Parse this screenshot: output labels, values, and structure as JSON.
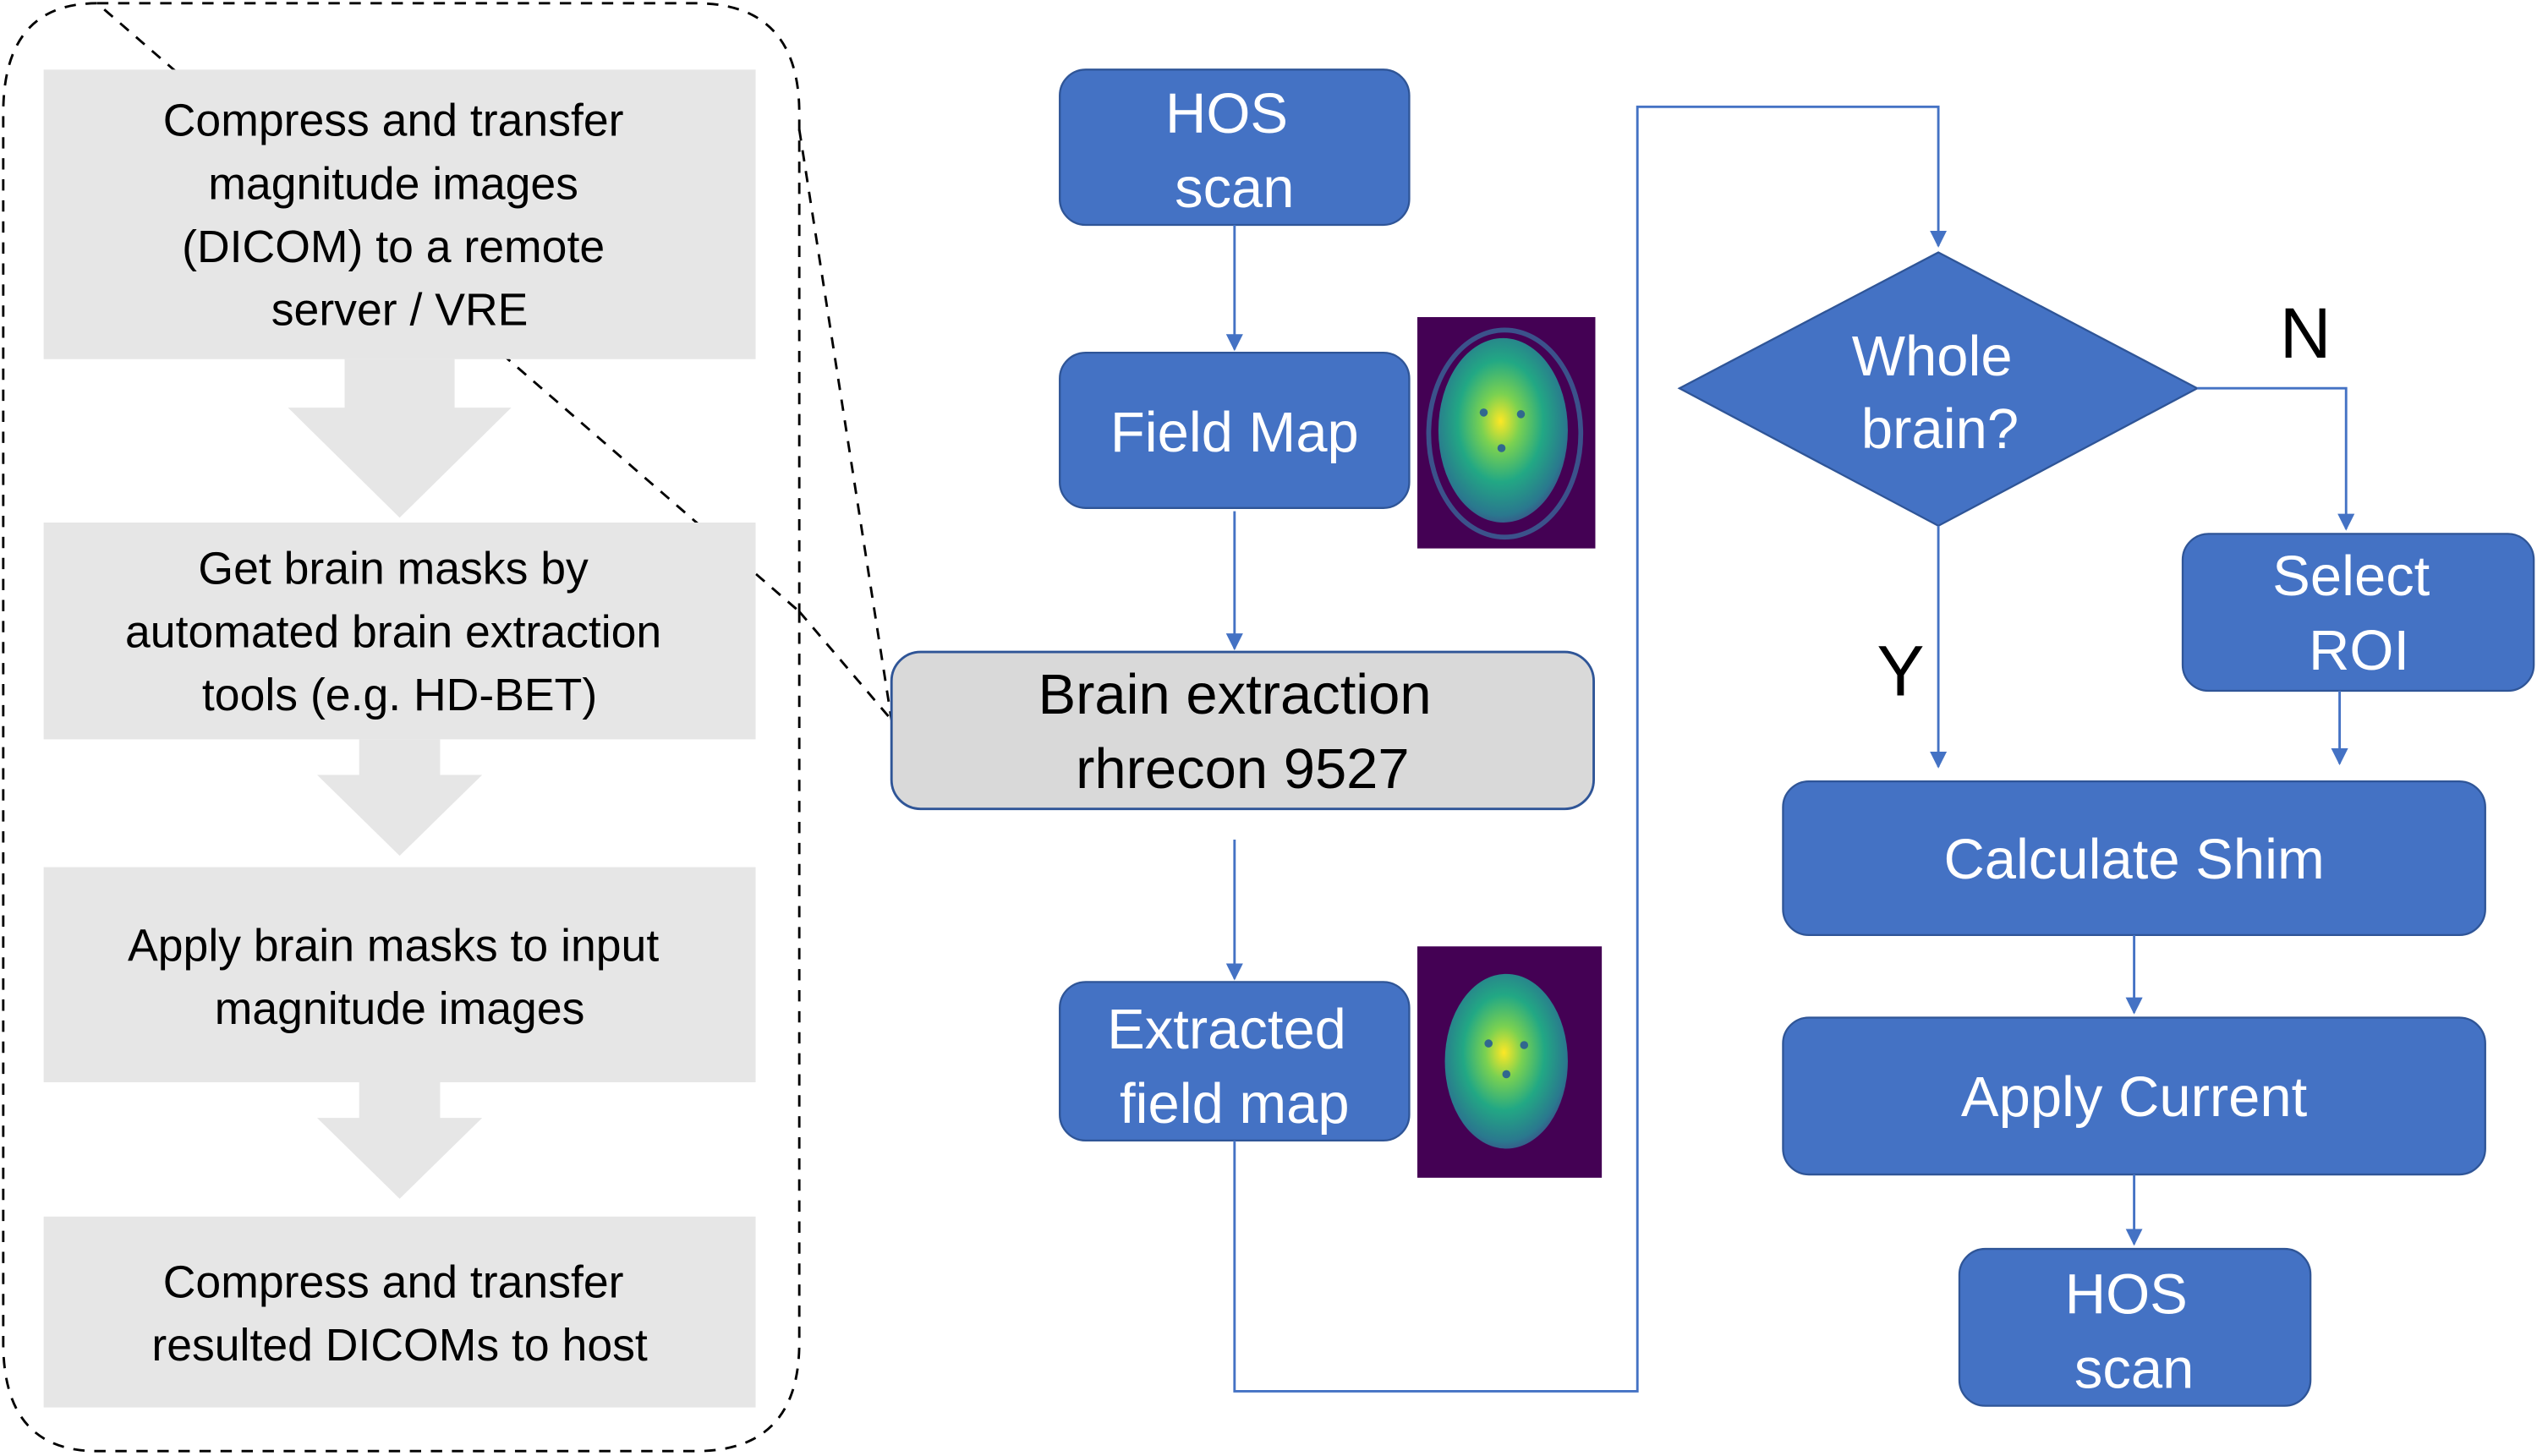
{
  "colors": {
    "box_blue": "#4472C4",
    "box_blue_border": "#2F5597",
    "grey_step": "#E6E6E6",
    "highlight_box": "#D9D9D9",
    "connector": "#4472C4",
    "dashed_outline": "#000000",
    "image_bg": "#440154"
  },
  "left_panel": {
    "steps": [
      {
        "lines": [
          "Compress and transfer",
          "magnitude images",
          "(DICOM) to a remote",
          "server / VRE"
        ]
      },
      {
        "lines": [
          "Get brain masks by",
          "automated brain extraction",
          "tools (e.g. HD-BET)"
        ]
      },
      {
        "lines": [
          "Apply brain masks to input",
          "magnitude images"
        ]
      },
      {
        "lines": [
          "Compress and transfer",
          "resulted DICOMs to host"
        ]
      }
    ]
  },
  "flow": {
    "hos_scan_start": {
      "lines": [
        "HOS",
        "scan"
      ]
    },
    "field_map": {
      "lines": [
        "Field Map"
      ]
    },
    "brain_extraction": {
      "lines": [
        "Brain extraction",
        "rhrecon 9527"
      ]
    },
    "extracted_field_map": {
      "lines": [
        "Extracted",
        "field map"
      ]
    },
    "decision": {
      "lines": [
        "Whole",
        "brain?"
      ]
    },
    "label_no": "N",
    "label_yes": "Y",
    "select_roi": {
      "lines": [
        "Select",
        "ROI"
      ]
    },
    "calculate_shim": {
      "lines": [
        "Calculate Shim"
      ]
    },
    "apply_current": {
      "lines": [
        "Apply Current"
      ]
    },
    "hos_scan_end": {
      "lines": [
        "HOS",
        "scan"
      ]
    }
  },
  "images": {
    "field_map_thumbnail": "brain-field-map-image",
    "extracted_field_map_thumbnail": "extracted-brain-field-map-image"
  }
}
